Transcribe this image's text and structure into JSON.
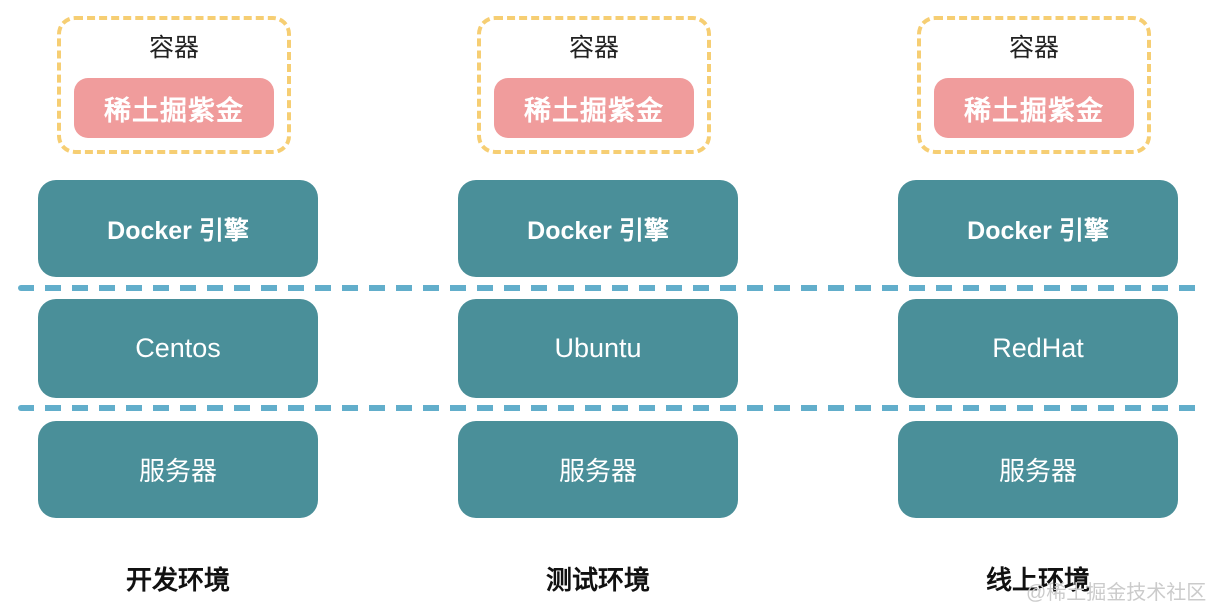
{
  "diagram": {
    "watermark": "@稀土掘金技术社区",
    "colors": {
      "teal": "#4a8f99",
      "pink": "#f09c9c",
      "yellow_dash": "#f6ce73",
      "blue_dash": "#62aecb",
      "watermark_gray": "#cbcbcb",
      "box_text": "#ffffff",
      "label_text": "#111111"
    },
    "columns": [
      {
        "container_label": "容器",
        "app_label": "稀土掘紫金",
        "engine_label": "Docker 引擎",
        "os_label": "Centos",
        "server_label": "服务器",
        "env_label": "开发环境"
      },
      {
        "container_label": "容器",
        "app_label": "稀土掘紫金",
        "engine_label": "Docker 引擎",
        "os_label": "Ubuntu",
        "server_label": "服务器",
        "env_label": "测试环境"
      },
      {
        "container_label": "容器",
        "app_label": "稀土掘紫金",
        "engine_label": "Docker 引擎",
        "os_label": "RedHat",
        "server_label": "服务器",
        "env_label": "线上环境"
      }
    ]
  }
}
